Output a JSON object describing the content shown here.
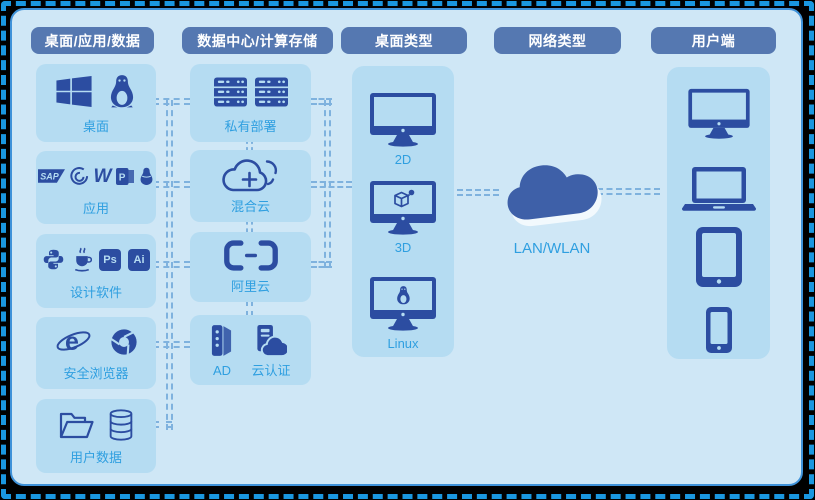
{
  "colors": {
    "bg": "#000000",
    "dash": "#1a97e0",
    "pborder": "#3f92d9",
    "panel": "#cfe7f6",
    "box": "#b5dcf2",
    "hdr": "#5578b1",
    "hdrtext": "#ffffff",
    "icon": "#2c4da1",
    "accent": "#2f9fe0",
    "conn": "#7fb2de",
    "cloud": "#3e60a8",
    "cloudshadow": "#f2f9fd"
  },
  "headers": [
    "桌面/应用/数据",
    "数据中心/计算存储",
    "桌面类型",
    "网络类型",
    "用户端"
  ],
  "groups": {
    "desktop_label": "桌面",
    "apps_label": "应用",
    "design_label": "设计软件",
    "browser_label": "安全浏览器",
    "userdata_label": "用户数据",
    "private_label": "私有部署",
    "hybrid_label": "混合云",
    "alicloud_label": "阿里云",
    "ad_label": "AD",
    "cloudauth_label": "云认证",
    "desktop2d_label": "2D",
    "desktop3d_label": "3D",
    "linux_label": "Linux",
    "network_label": "LAN/WLAN"
  },
  "icon_text": {
    "sap": "SAP",
    "wps": "W",
    "office_p": "P",
    "photoshop": "Ps",
    "illustrator": "Ai",
    "ie": "e"
  }
}
